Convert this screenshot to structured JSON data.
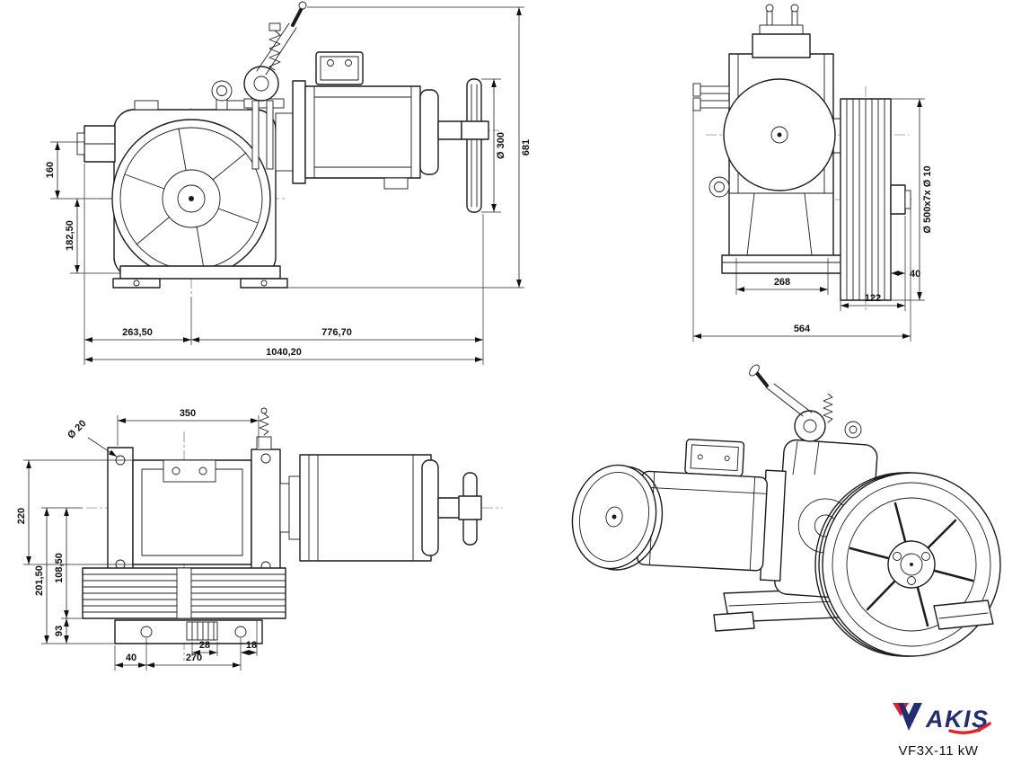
{
  "front_view": {
    "dims": {
      "h160": "160",
      "h182_50": "182,50",
      "w263_50": "263,50",
      "w776_70": "776,70",
      "w1040_20": "1040,20",
      "dia300": "Ø 300",
      "h681": "681"
    }
  },
  "side_view": {
    "dims": {
      "w268": "268",
      "w40": "40",
      "w122": "122",
      "w564": "564",
      "sheave": "Ø 500x7x Ø 10"
    }
  },
  "plan_view": {
    "dims": {
      "dia20": "Ø 20",
      "w350": "350",
      "h220": "220",
      "h201_50": "201,50",
      "h108_50": "108,50",
      "h93": "93",
      "w40": "40",
      "w270": "270",
      "w28": "28",
      "w18": "18"
    }
  },
  "footer": {
    "brand": "AKIŞ",
    "model": "VF3X-11 kW"
  },
  "colors": {
    "line": "#1c1c1c",
    "brand_navy": "#232e72",
    "brand_red": "#e62129"
  }
}
